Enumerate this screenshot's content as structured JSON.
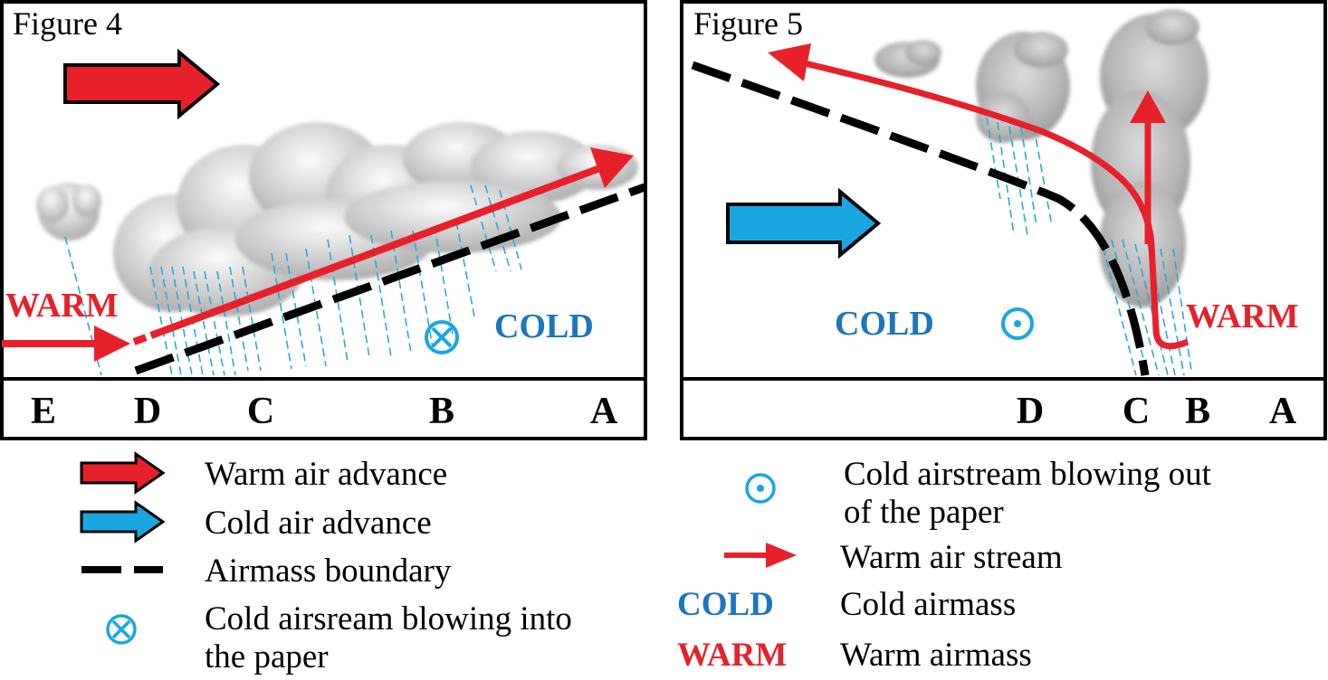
{
  "colors": {
    "warm": "#e8202a",
    "cold_arrow": "#1aa6e0",
    "cold_text": "#1b77bd",
    "boundary": "#000000",
    "rain": "#2aa8dc",
    "cloud": "#d6d6d6"
  },
  "figure4": {
    "title": "Figure 4",
    "warm_label": "WARM",
    "cold_label": "COLD",
    "axis": [
      "E",
      "D",
      "C",
      "B",
      "A"
    ],
    "icons": [
      "warm-advance-arrow-icon",
      "cloud-icon",
      "airmass-boundary-icon",
      "warm-air-stream-icon",
      "cold-into-paper-icon"
    ]
  },
  "figure5": {
    "title": "Figure 5",
    "warm_label": "WARM",
    "cold_label": "COLD",
    "axis": [
      "D",
      "C",
      "B",
      "A"
    ],
    "icons": [
      "cold-advance-arrow-icon",
      "cloud-icon",
      "airmass-boundary-icon",
      "warm-air-stream-icon",
      "cold-out-of-paper-icon"
    ]
  },
  "legend_left": [
    {
      "icon": "warm-advance-arrow-icon",
      "text": "Warm air advance"
    },
    {
      "icon": "cold-advance-arrow-icon",
      "text": "Cold air advance"
    },
    {
      "icon": "airmass-boundary-icon",
      "text": "Airmass boundary"
    },
    {
      "icon": "cold-into-paper-icon",
      "text_line1": "Cold airsream blowing into",
      "text_line2": "the paper"
    }
  ],
  "legend_right": [
    {
      "icon": "cold-out-of-paper-icon",
      "text_line1": "Cold airstream blowing out",
      "text_line2": "of the paper"
    },
    {
      "icon": "warm-air-stream-icon",
      "text": "Warm air stream"
    },
    {
      "symbol": "COLD",
      "text": "Cold airmass"
    },
    {
      "symbol": "WARM",
      "text": "Warm airmass"
    }
  ]
}
